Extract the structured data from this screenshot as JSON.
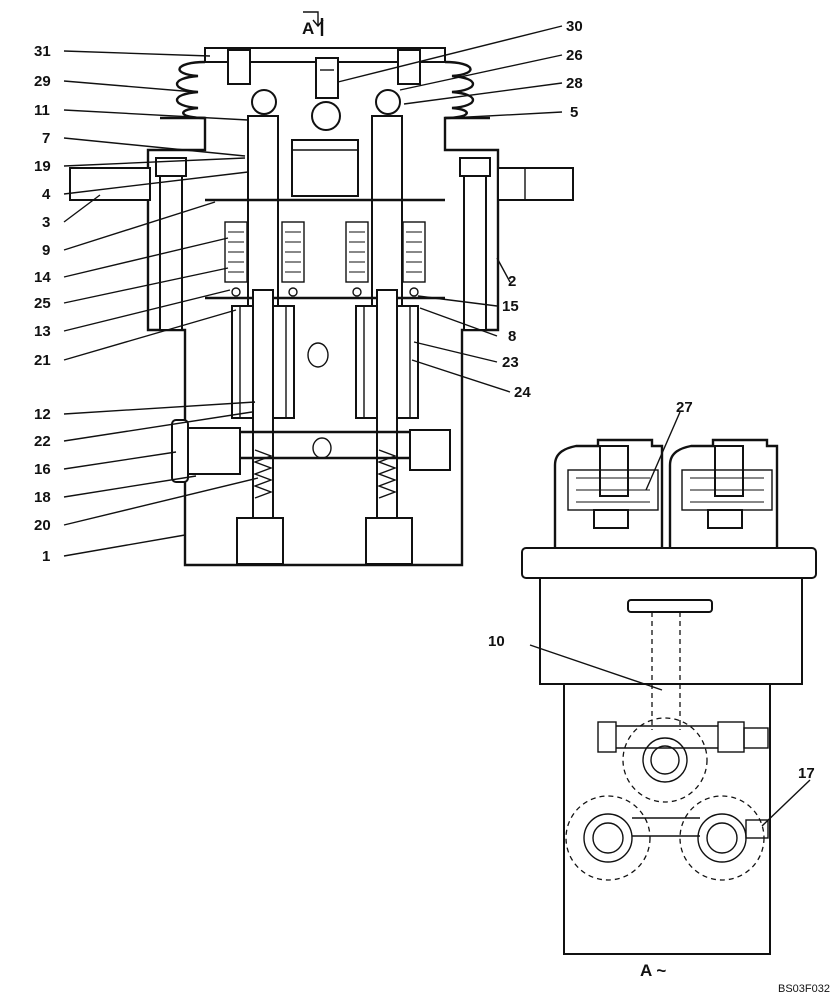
{
  "labels_left": [
    "31",
    "29",
    "11",
    "7",
    "19",
    "4",
    "3",
    "9",
    "14",
    "25",
    "13",
    "21",
    "12",
    "22",
    "16",
    "18",
    "20",
    "1"
  ],
  "labels_right": [
    "30",
    "26",
    "28",
    "5",
    "2",
    "15",
    "8",
    "23",
    "24"
  ],
  "labels_view": [
    "27",
    "10",
    "17"
  ],
  "view_marker_top": "A",
  "view_marker_bottom": "A ~",
  "drawing_code": "BS03F032"
}
